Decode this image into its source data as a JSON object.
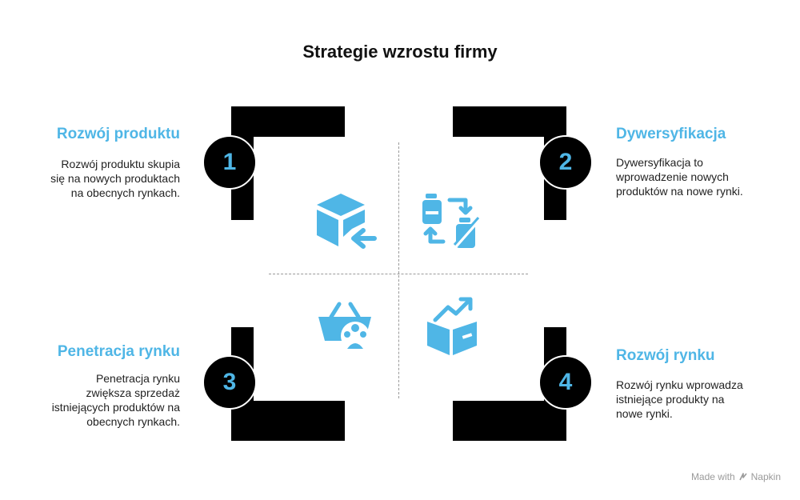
{
  "title": "Strategie wzrostu firmy",
  "quadrants": [
    {
      "number": "1",
      "title": "Rozwój produktu",
      "description": [
        "Rozwój produktu skupia",
        "się na nowych produktach",
        "na obecnych rynkach."
      ],
      "icon": "box-arrow-icon"
    },
    {
      "number": "2",
      "title": "Dywersyfikacja",
      "description": [
        "Dywersyfikacja to",
        "wprowadzenie nowych",
        "produktów na nowe rynki."
      ],
      "icon": "swap-products-icon"
    },
    {
      "number": "3",
      "title": "Penetracja rynku",
      "description": [
        "Penetracja rynku",
        "zwiększa sprzedaż",
        "istniejących produktów na",
        "obecnych rynkach."
      ],
      "icon": "basket-icon"
    },
    {
      "number": "4",
      "title": "Rozwój rynku",
      "description": [
        "Rozwój rynku wprowadza",
        "istniejące produkty na",
        "nowe rynki."
      ],
      "icon": "box-growth-icon"
    }
  ],
  "footer": {
    "prefix": "Made with",
    "brand": "Napkin"
  },
  "colors": {
    "accent": "#4fb6e6",
    "dark": "#000000"
  }
}
